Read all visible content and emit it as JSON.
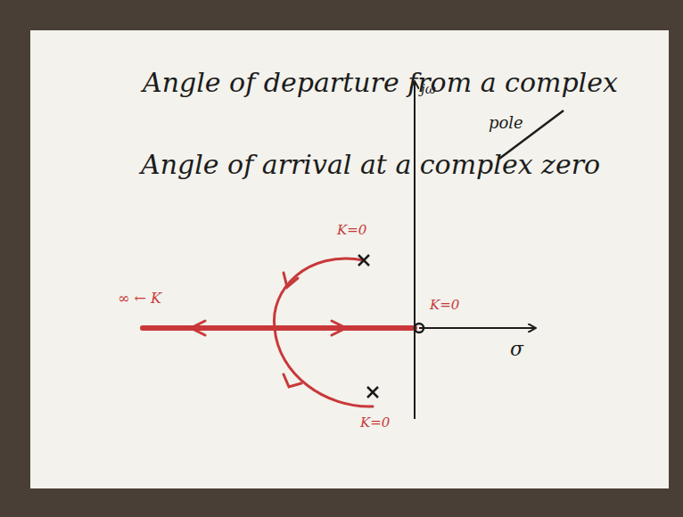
{
  "diagram": {
    "title": "Angle of departure from a complex",
    "labels": [
      "pole",
      "Angle of arrival at a complex zero",
      "K=0",
      "K=0",
      "K=0",
      "∞ ← K",
      "jω",
      "σ"
    ]
  }
}
